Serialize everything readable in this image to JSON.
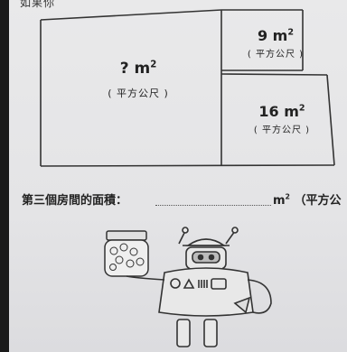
{
  "header_fragment": "如果你",
  "rooms": {
    "unknown": {
      "area": "?",
      "unit": "m",
      "exp": "2",
      "unit_note": "( 平方公尺 )"
    },
    "small": {
      "area": "9",
      "unit": "m",
      "exp": "2",
      "unit_note": "( 平方公尺 )"
    },
    "medium": {
      "area": "16",
      "unit": "m",
      "exp": "2",
      "unit_note": "( 平方公尺 )"
    }
  },
  "question": {
    "prompt": "第三個房間的面積：",
    "unit": "m",
    "exp": "2",
    "unit_note": "（平方公"
  },
  "colors": {
    "paper": "#e6e6e8",
    "ink": "#222222",
    "robot_line": "#333333"
  }
}
